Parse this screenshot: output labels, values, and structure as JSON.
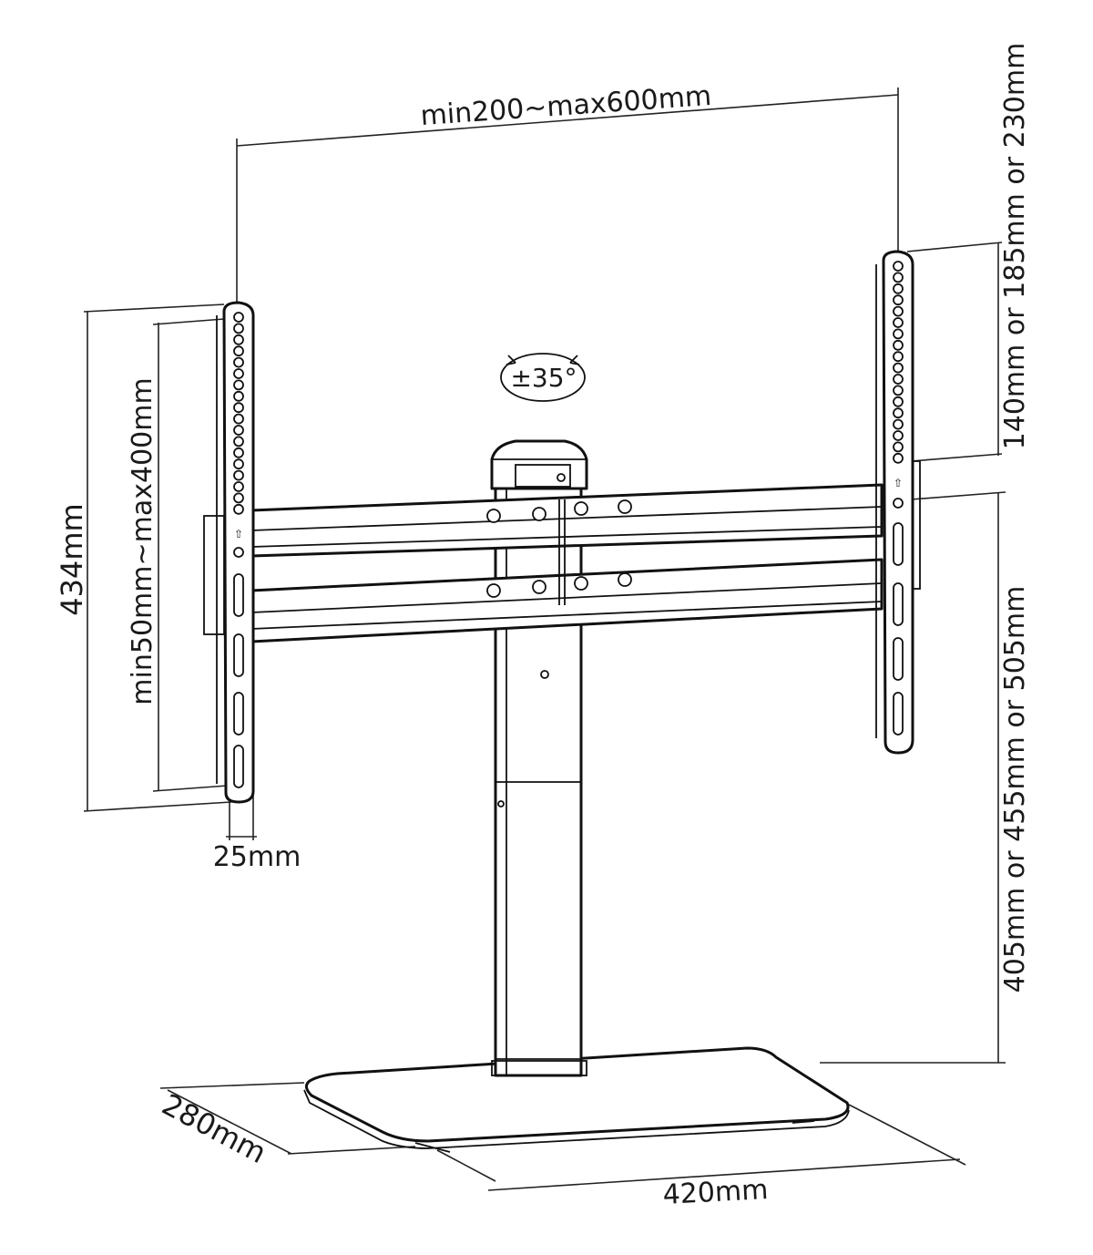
{
  "labels": {
    "width_range": "min200~max600mm",
    "side_height": "140mm or 185mm or 230mm",
    "rotation": "±35°",
    "overall_height": "434mm",
    "vertical_range": "min50mm~max400mm",
    "arm_depth": "25mm",
    "column_height": "405mm or 455mm or 505mm",
    "base_depth": "280mm",
    "base_width": "420mm"
  },
  "colors": {
    "line": "#111111",
    "background": "#ffffff"
  }
}
